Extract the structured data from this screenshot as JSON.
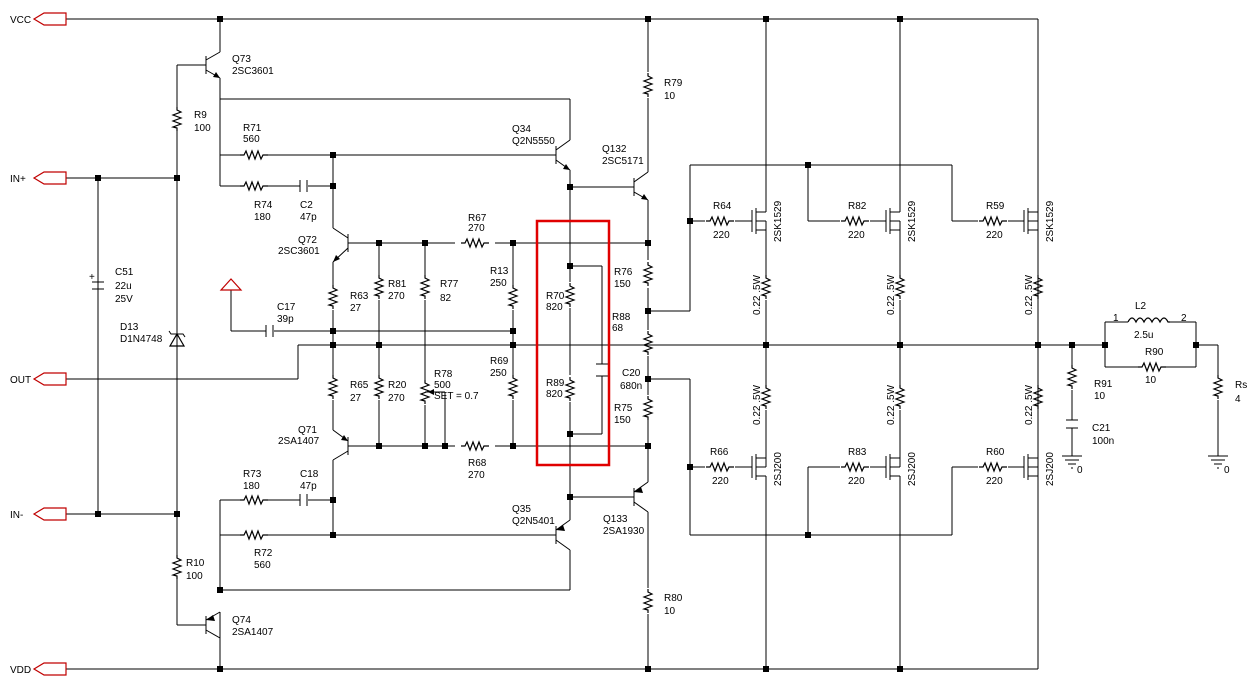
{
  "ports": {
    "vcc": "VCC",
    "in_plus": "IN+",
    "out": "OUT",
    "in_minus": "IN-",
    "vdd": "VDD"
  },
  "components": {
    "q73": {
      "ref": "Q73",
      "model": "2SC3601"
    },
    "q74": {
      "ref": "Q74",
      "model": "2SA1407"
    },
    "q72": {
      "ref": "Q72",
      "model": "2SC3601"
    },
    "q71": {
      "ref": "Q71",
      "model": "2SA1407"
    },
    "q34": {
      "ref": "Q34",
      "model": "Q2N5550"
    },
    "q35": {
      "ref": "Q35",
      "model": "Q2N5401"
    },
    "q132": {
      "ref": "Q132",
      "model": "2SC5171"
    },
    "q133": {
      "ref": "Q133",
      "model": "2SA1930"
    },
    "r9": {
      "ref": "R9",
      "value": "100"
    },
    "r10": {
      "ref": "R10",
      "value": "100"
    },
    "r71": {
      "ref": "R71",
      "value": "560"
    },
    "r72": {
      "ref": "R72",
      "value": "560"
    },
    "r74": {
      "ref": "R74",
      "value": "180"
    },
    "r73": {
      "ref": "R73",
      "value": "180"
    },
    "c2": {
      "ref": "C2",
      "value": "47p"
    },
    "c18": {
      "ref": "C18",
      "value": "47p"
    },
    "c51": {
      "ref": "C51",
      "value": "22u",
      "rating": "25V"
    },
    "d13": {
      "ref": "D13",
      "model": "D1N4748"
    },
    "c17": {
      "ref": "C17",
      "value": "39p"
    },
    "r63": {
      "ref": "R63",
      "value": "27"
    },
    "r65": {
      "ref": "R65",
      "value": "27"
    },
    "r81": {
      "ref": "R81",
      "value": "270"
    },
    "r20": {
      "ref": "R20",
      "value": "270"
    },
    "r77": {
      "ref": "R77",
      "value": "82"
    },
    "r78": {
      "ref": "R78",
      "value": "500",
      "set": "SET = 0.7"
    },
    "r67": {
      "ref": "R67",
      "value": "270"
    },
    "r68": {
      "ref": "R68",
      "value": "270"
    },
    "r13": {
      "ref": "R13",
      "value": "250"
    },
    "r69": {
      "ref": "R69",
      "value": "250"
    },
    "r70": {
      "ref": "R70",
      "value": "820"
    },
    "r89": {
      "ref": "R89",
      "value": "820"
    },
    "r88": {
      "ref": "R88",
      "value": "68"
    },
    "c20": {
      "ref": "C20",
      "value": "680n"
    },
    "r76": {
      "ref": "R76",
      "value": "150"
    },
    "r75": {
      "ref": "R75",
      "value": "150"
    },
    "r79": {
      "ref": "R79",
      "value": "10"
    },
    "r80": {
      "ref": "R80",
      "value": "10"
    },
    "r64": {
      "ref": "R64",
      "value": "220"
    },
    "r82": {
      "ref": "R82",
      "value": "220"
    },
    "r59": {
      "ref": "R59",
      "value": "220"
    },
    "r66": {
      "ref": "R66",
      "value": "220"
    },
    "r83": {
      "ref": "R83",
      "value": "220"
    },
    "r60": {
      "ref": "R60",
      "value": "220"
    },
    "nfet": {
      "model": "2SK1529"
    },
    "pfet": {
      "model": "2SJ200"
    },
    "rsense": {
      "value": "0.22 .5W"
    },
    "r91": {
      "ref": "R91",
      "value": "10"
    },
    "c21": {
      "ref": "C21",
      "value": "100n"
    },
    "l2": {
      "ref": "L2",
      "value": "2.5u",
      "pin1": "1",
      "pin2": "2"
    },
    "r90": {
      "ref": "R90",
      "value": "10"
    },
    "rs": {
      "ref": "Rs",
      "value": "4"
    },
    "gnd": {
      "label": "0"
    }
  },
  "colors": {
    "port": "#c00000",
    "highlight": "#e00000",
    "wire": "#000000"
  }
}
